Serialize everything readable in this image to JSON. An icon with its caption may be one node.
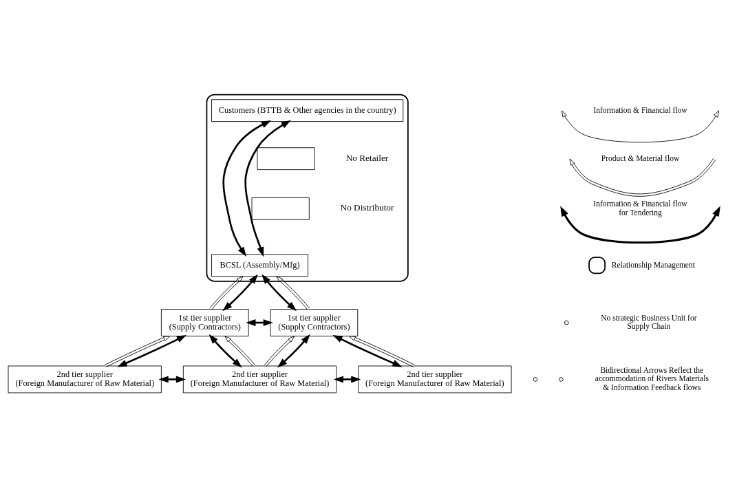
{
  "diagram": {
    "nodes": [
      {
        "text": [],
        "shape": "box"
      },
      {
        "text": [
          "Customers (BTTB & Other agencies in the country)"
        ],
        "in": 0
      },
      {
        "text": [],
        "shape": "box",
        "in": 0,
        "beside": [
          "No Retailer"
        ]
      },
      {
        "text": [],
        "shape": "box",
        "in": 0,
        "beside": [
          "No Distributor"
        ]
      },
      {
        "text": [
          "BCSL (Assembly/Mfg)"
        ],
        "in": 0
      },
      {
        "text": [
          "1st tier supplier",
          "(Supply Contractors)"
        ]
      },
      {
        "text": [
          "1st tier supplier",
          "(Supply Contractors)"
        ]
      },
      {
        "text": [
          "2nd tier supplier",
          "(Foreign Manufacturer of Raw Material)"
        ]
      },
      {
        "text": [
          "2nd tier supplier",
          "(Foreign Manufacturer of Raw Material)"
        ]
      },
      {
        "text": [
          "2nd tier supplier",
          "(Foreign Manufacturer of Raw Material)"
        ]
      }
    ],
    "edges": [
      {
        "from": 4,
        "to": 1,
        "arrow": "both"
      },
      {
        "from": 4,
        "to": 1,
        "arrow": "both"
      },
      {
        "from": 5,
        "to": 4,
        "arrow": "to"
      },
      {
        "from": 5,
        "to": 4,
        "arrow": "both"
      },
      {
        "from": 6,
        "to": 4,
        "arrow": "both"
      },
      {
        "from": 6,
        "to": 4,
        "arrow": "to"
      },
      {
        "from": 5,
        "to": 6,
        "arrow": "both"
      },
      {
        "from": 7,
        "to": 5,
        "arrow": "to"
      },
      {
        "from": 7,
        "to": 5,
        "arrow": "both"
      },
      {
        "from": 8,
        "to": 5,
        "arrow": "both"
      },
      {
        "from": 8,
        "to": 5,
        "arrow": "to"
      },
      {
        "from": 8,
        "to": 6,
        "arrow": "to"
      },
      {
        "from": 8,
        "to": 6,
        "arrow": "both"
      },
      {
        "from": 9,
        "to": 6,
        "arrow": "both"
      },
      {
        "from": 9,
        "to": 6,
        "arrow": "to"
      },
      {
        "from": 7,
        "to": 8,
        "arrow": "both"
      },
      {
        "from": 8,
        "to": 9,
        "arrow": "both"
      }
    ],
    "labels": [
      "No strategic Business Unit for Supply Chain",
      "Bidirectional Arrows Reflect the accommodation of Rivers Materials & Information Feedback flows"
    ],
    "legend": [
      {
        "text": "Information & Financial flow"
      },
      {
        "text": "Product & Material flow"
      },
      {
        "text": "Information & Financial flow for Tendering"
      },
      {
        "text": "Relationship Management"
      }
    ]
  }
}
